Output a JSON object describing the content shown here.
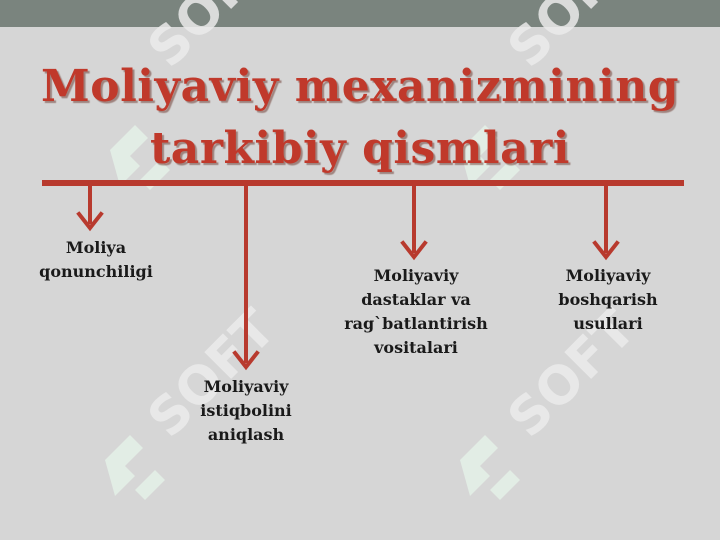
{
  "title": {
    "line1": "Moliyaviy mexanizmining",
    "line2": "tarkibiy qismlari"
  },
  "components": [
    {
      "lines": [
        "Moliya",
        "qonunchiligi"
      ]
    },
    {
      "lines": [
        "Moliyaviy",
        "istiqbolini",
        "aniqlash"
      ]
    },
    {
      "lines": [
        "Moliyaviy",
        "dastaklar va",
        "rag`batlantirish",
        "vositalari"
      ]
    },
    {
      "lines": [
        "Moliyaviy",
        "boshqarish",
        "usullari"
      ]
    }
  ],
  "colors": {
    "accent": "#b83a2e",
    "title": "#c0392b",
    "background": "#d6d6d6",
    "top_bar": "#7a847e",
    "watermark": "#e8f5ec"
  },
  "watermark": {
    "text": "SOFT",
    "icon": "soft-logo-icon"
  }
}
